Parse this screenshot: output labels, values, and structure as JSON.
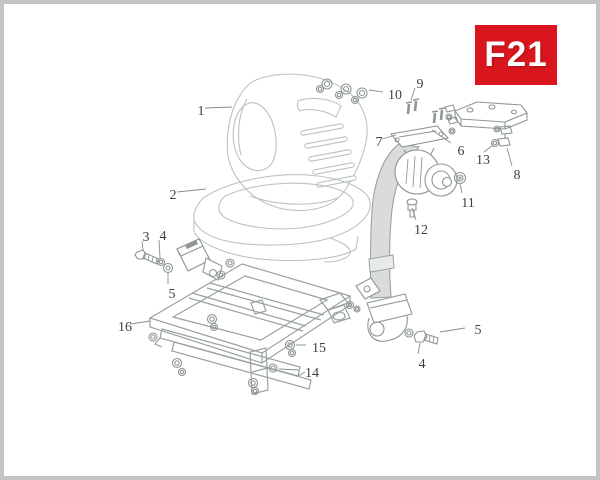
{
  "badge": {
    "text": "F21"
  },
  "colors": {
    "badge_bg": "#d9161d",
    "badge_text": "#ffffff",
    "border": "#c5c5c5",
    "label_text": "#3f4242",
    "line_art": "#9aa2a2"
  },
  "diagram": {
    "labels": [
      {
        "text": "1"
      },
      {
        "text": "2"
      },
      {
        "text": "3"
      },
      {
        "text": "4"
      },
      {
        "text": "5"
      },
      {
        "text": "16"
      },
      {
        "text": "15"
      },
      {
        "text": "14"
      },
      {
        "text": "9"
      },
      {
        "text": "10"
      },
      {
        "text": "7"
      },
      {
        "text": "6"
      },
      {
        "text": "13"
      },
      {
        "text": "8"
      },
      {
        "text": "11"
      },
      {
        "text": "12"
      },
      {
        "text": "5"
      },
      {
        "text": "4"
      }
    ]
  }
}
